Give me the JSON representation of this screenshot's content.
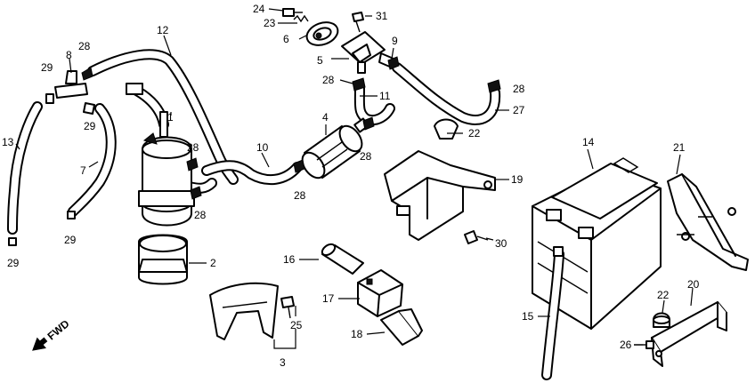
{
  "callouts": {
    "c1": "1",
    "c2": "2",
    "c3": "3",
    "c4": "4",
    "c5": "5",
    "c6": "6",
    "c7": "7",
    "c8": "8",
    "c9": "9",
    "c10": "10",
    "c11": "11",
    "c12": "12",
    "c13": "13",
    "c14": "14",
    "c15": "15",
    "c16": "16",
    "c17": "17",
    "c18": "18",
    "c19": "19",
    "c20": "20",
    "c21": "21",
    "c22": "22",
    "c23": "23",
    "c24": "24",
    "c25": "25",
    "c26": "26",
    "c27": "27",
    "c28": "28",
    "c29": "29",
    "c30": "30",
    "c31": "31"
  },
  "direction_label": "FWD"
}
